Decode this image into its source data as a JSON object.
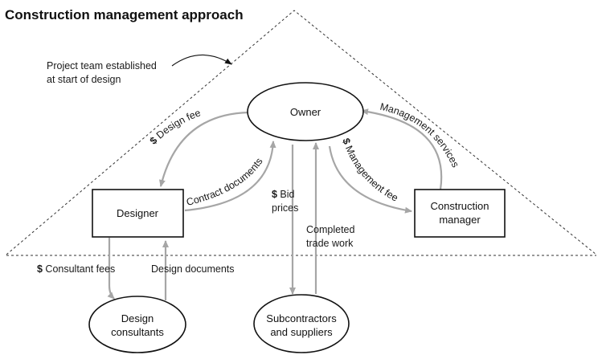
{
  "title": "Construction management approach",
  "annotation": {
    "line1": "Project team established",
    "line2": "at start of design"
  },
  "nodes": {
    "owner": "Owner",
    "designer": "Designer",
    "construction_manager": {
      "line1": "Construction",
      "line2": "manager"
    },
    "design_consultants": {
      "line1": "Design",
      "line2": "consultants"
    },
    "subcontractors": {
      "line1": "Subcontractors",
      "line2": "and suppliers"
    }
  },
  "edges": {
    "design_fee": {
      "symbol": "$",
      "text": " Design fee"
    },
    "contract_documents": "Contract documents",
    "management_services": "Management services",
    "management_fee": {
      "symbol": "$",
      "text": " Management fee"
    },
    "bid_prices": {
      "symbol": "$",
      "line1": " Bid",
      "line2": "prices"
    },
    "completed_trade_work": {
      "line1": "Completed",
      "line2": "trade work"
    },
    "consultant_fees": {
      "symbol": "$",
      "text": " Consultant fees"
    },
    "design_documents": "Design documents"
  },
  "colors": {
    "arrow": "#a6a6a6",
    "outline": "#111111",
    "dashed_boundary": "#333333"
  }
}
